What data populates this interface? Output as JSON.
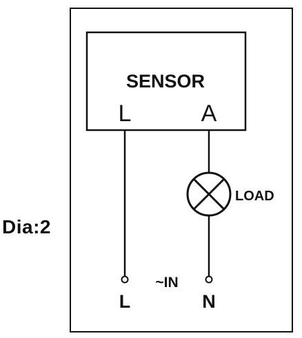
{
  "caption": "Dia:2",
  "sensor": {
    "title": "SENSOR",
    "terminal_left": "L",
    "terminal_right": "A"
  },
  "load": {
    "label": "LOAD",
    "symbol": "lamp-icon"
  },
  "supply": {
    "label": "~IN",
    "terminal_left": "L",
    "terminal_right": "N"
  },
  "colors": {
    "ink": "#111111",
    "background": "#ffffff"
  }
}
